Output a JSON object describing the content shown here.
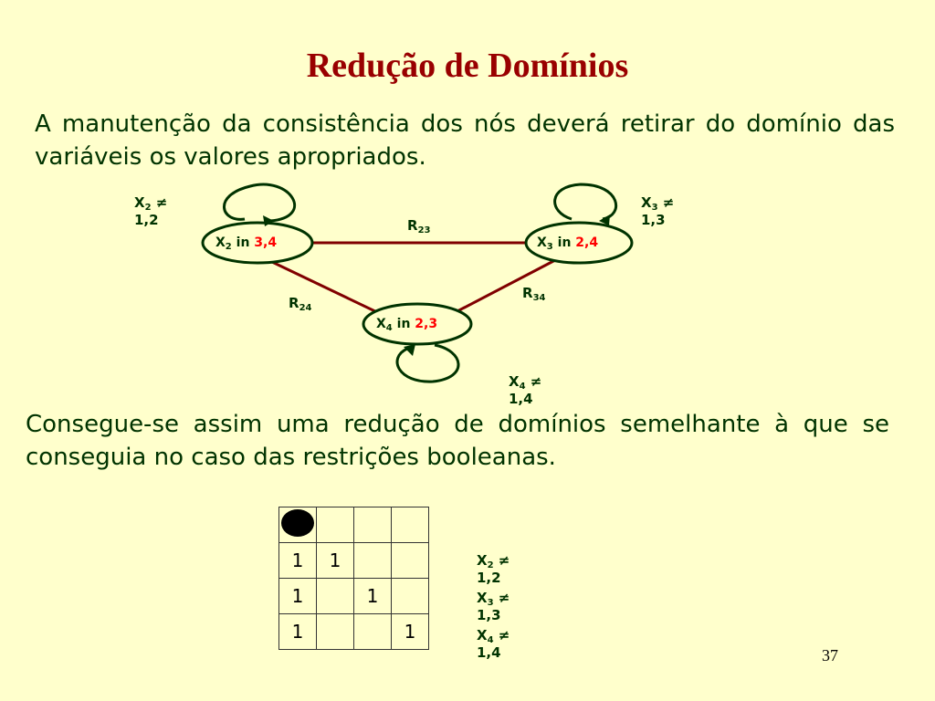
{
  "title": "Redução de Domínios",
  "intro": "A manutenção da consistência dos nós deverá retirar do domínio das variáveis os valores apropriados.",
  "graph": {
    "neq_symbol": "≠",
    "in_word": "in",
    "nodes": [
      {
        "var": "X",
        "index": "2",
        "domain": "3,4"
      },
      {
        "var": "X",
        "index": "3",
        "domain": "2,4"
      },
      {
        "var": "X",
        "index": "4",
        "domain": "2,3"
      }
    ],
    "edges": [
      {
        "rel": "R",
        "index": "23"
      },
      {
        "rel": "R",
        "index": "24"
      },
      {
        "rel": "R",
        "index": "34"
      }
    ],
    "self_constraints": [
      {
        "var": "X",
        "index": "2",
        "values": "1,2"
      },
      {
        "var": "X",
        "index": "3",
        "values": "1,3"
      },
      {
        "var": "X",
        "index": "4",
        "values": "1,4"
      }
    ]
  },
  "conclusion": "Consegue-se assim uma redução de domínios semelhante à que se conseguia no caso das restrições booleanas.",
  "board": {
    "rows": [
      [
        "",
        "",
        "",
        ""
      ],
      [
        "1",
        "1",
        "",
        ""
      ],
      [
        "1",
        "",
        "1",
        ""
      ],
      [
        "1",
        "",
        "",
        "1"
      ]
    ],
    "constraints": [
      {
        "var": "X",
        "index": "2",
        "values": "1,2"
      },
      {
        "var": "X",
        "index": "3",
        "values": "1,3"
      },
      {
        "var": "X",
        "index": "4",
        "values": "1,4"
      }
    ]
  },
  "page_number": "37",
  "colors": {
    "background": "#ffffcc",
    "title": "#990000",
    "text": "#003300",
    "edge": "#800000",
    "domain_highlight": "#ff0000"
  }
}
